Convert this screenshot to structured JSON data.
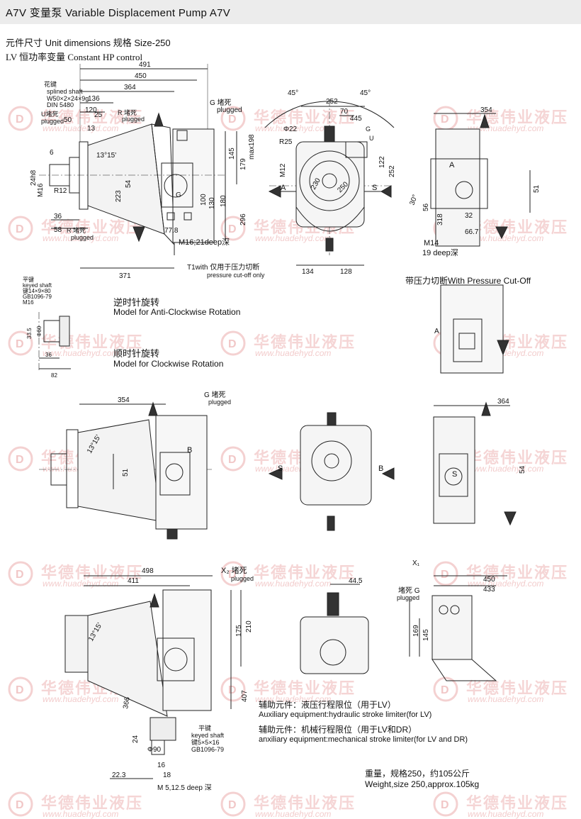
{
  "header": {
    "title": "A7V 变量泵 Variable Displacement Pump A7V"
  },
  "subtitle": {
    "unit_dims": "元件尺寸 Unit dimensions 规格 Size-250",
    "control": "LV 恒功率变量 Constant HP control"
  },
  "watermark": {
    "brand": "华德伟业液压",
    "url": "www.huadehyd.com"
  },
  "sections": {
    "acw_cn": "逆时针旋转",
    "acw_en": "Model for Anti-Clockwise Rotation",
    "cw_cn": "顺时针旋转",
    "cw_en": "Model for Clockwise Rotation",
    "cutoff": "带压力切断With Pressure Cut-Off",
    "aux1_cn": "辅助元件：液压行程限位（用于LV）",
    "aux1_en": "Auxiliary equipment:hydraulic stroke limiter(for LV)",
    "aux2_cn": "辅助元件：机械行程限位（用于LV和DR）",
    "aux2_en": "anxiliary equipment:mechanical stroke limiter(for LV and DR)",
    "weight_cn": "重量，规格250，约105公斤",
    "weight_en": "Weight,size 250,approx.105kg"
  },
  "labels": {
    "spline": [
      "花键",
      "splined shaft",
      "W50×2×24×9g",
      "DIN 5480"
    ],
    "u_plugged": [
      "U堵死",
      "plugged"
    ],
    "r_plugged": [
      "R 堵死",
      "plugged"
    ],
    "g_plugged": [
      "G 堵死",
      "plugged"
    ],
    "m16": "M16;21deep深",
    "t1": [
      "T1with 仅用于压力切断",
      "pressure cut-off only"
    ],
    "keyed": [
      "平键",
      "keyed shaft",
      "键14×9×80",
      "GB1096-79",
      "M16"
    ],
    "m14": [
      "M14",
      "19 deep深"
    ],
    "x2": [
      "X₂ 堵死",
      "plugged"
    ],
    "x1": "X₁",
    "g_plugged2": [
      "堵死 G",
      "plugged"
    ],
    "keyed2": [
      "平键",
      "keyed shaft",
      "键5×5×16",
      "GB1096-79"
    ],
    "m5": "M 5,12.5 deep 深",
    "a": "A",
    "s": "S",
    "b": "B",
    "g": "G",
    "u": "U",
    "r": "R"
  },
  "dims": {
    "top": [
      "491",
      "450",
      "364",
      "136",
      "120",
      "25",
      "50",
      "13",
      "6",
      "24h8",
      "M16",
      "R12",
      "13°15'",
      "54",
      "223",
      "36",
      "58",
      "371",
      "145",
      "179",
      "max198",
      "100",
      "130",
      "180",
      "296",
      "77.8"
    ],
    "front": [
      "45°",
      "45°",
      "252",
      "70",
      "445",
      "Φ22",
      "R25",
      "M12",
      "122",
      "252",
      "230",
      "250",
      "134",
      "128"
    ],
    "side": [
      "354",
      "51",
      "30°",
      "56",
      "318",
      "32",
      "66.7"
    ],
    "keyed": [
      "33.5",
      "Φ60",
      "36",
      "82"
    ],
    "mid": [
      "354",
      "13°15'",
      "51",
      "364",
      "54"
    ],
    "bottom": [
      "498",
      "411",
      "44.5",
      "210",
      "175",
      "407",
      "13°15'",
      "366",
      "24",
      "Φ90",
      "16",
      "18",
      "22.3",
      "450",
      "433",
      "169",
      "145"
    ]
  }
}
